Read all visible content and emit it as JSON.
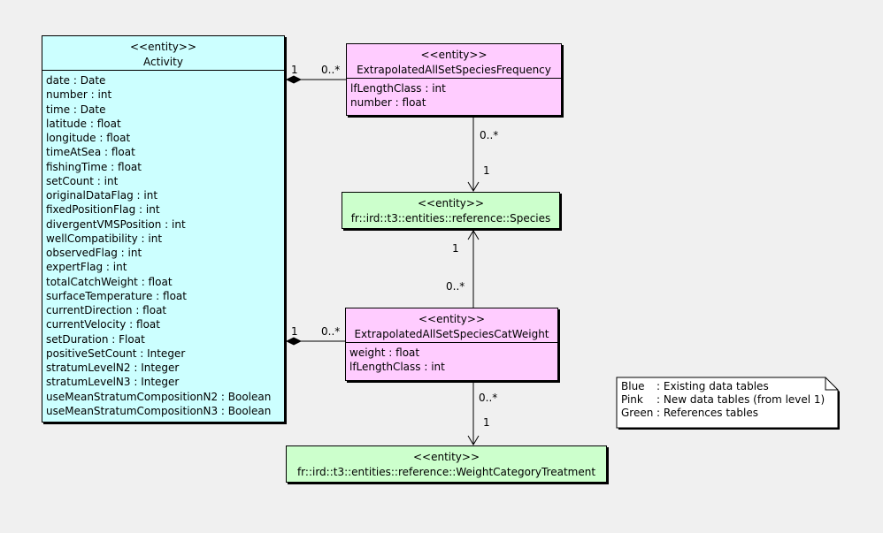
{
  "diagram": {
    "colors": {
      "existing": "#ccffff",
      "new": "#ffccff",
      "reference": "#ccffcc",
      "note": "#ffffff",
      "background": "#f0f0f0"
    },
    "entities": {
      "activity": {
        "stereotype": "<<entity>>",
        "name": "Activity",
        "attributes": [
          "date : Date",
          "number : int",
          "time : Date",
          "latitude : float",
          "longitude : float",
          "timeAtSea : float",
          "fishingTime : float",
          "setCount : int",
          "originalDataFlag : int",
          "fixedPositionFlag : int",
          "divergentVMSPosition : int",
          "wellCompatibility : int",
          "observedFlag : int",
          "expertFlag : int",
          "totalCatchWeight : float",
          "surfaceTemperature : float",
          "currentDirection : float",
          "currentVelocity : float",
          "setDuration : Float",
          "positiveSetCount : Integer",
          "stratumLevelN2 : Integer",
          "stratumLevelN3 : Integer",
          "useMeanStratumCompositionN2 : Boolean",
          "useMeanStratumCompositionN3 : Boolean"
        ]
      },
      "frequency": {
        "stereotype": "<<entity>>",
        "name": "ExtrapolatedAllSetSpeciesFrequency",
        "attributes": [
          "lfLengthClass : int",
          "number : float"
        ]
      },
      "species": {
        "stereotype": "<<entity>>",
        "name": "fr::ird::t3::entities::reference::Species"
      },
      "catweight": {
        "stereotype": "<<entity>>",
        "name": "ExtrapolatedAllSetSpeciesCatWeight",
        "attributes": [
          "weight : float",
          "lfLengthClass : int"
        ]
      },
      "weight_category_treatment": {
        "stereotype": "<<entity>>",
        "name": "fr::ird::t3::entities::reference::WeightCategoryTreatment"
      }
    },
    "connections": {
      "activity_frequency": {
        "near_activity": "1",
        "near_frequency": "0..*"
      },
      "frequency_species": {
        "near_frequency": "0..*",
        "near_species": "1"
      },
      "catweight_species": {
        "near_species": "1",
        "near_catweight": "0..*"
      },
      "activity_catweight": {
        "near_activity": "1",
        "near_catweight": "0..*"
      },
      "catweight_wct": {
        "near_catweight": "0..*",
        "near_wct": "1"
      }
    },
    "legend": {
      "items": [
        {
          "label": "Blue",
          "text": ": Existing data tables"
        },
        {
          "label": "Pink",
          "text": ": New data tables (from level 1)"
        },
        {
          "label": "Green",
          "text": ": References tables"
        }
      ]
    }
  }
}
